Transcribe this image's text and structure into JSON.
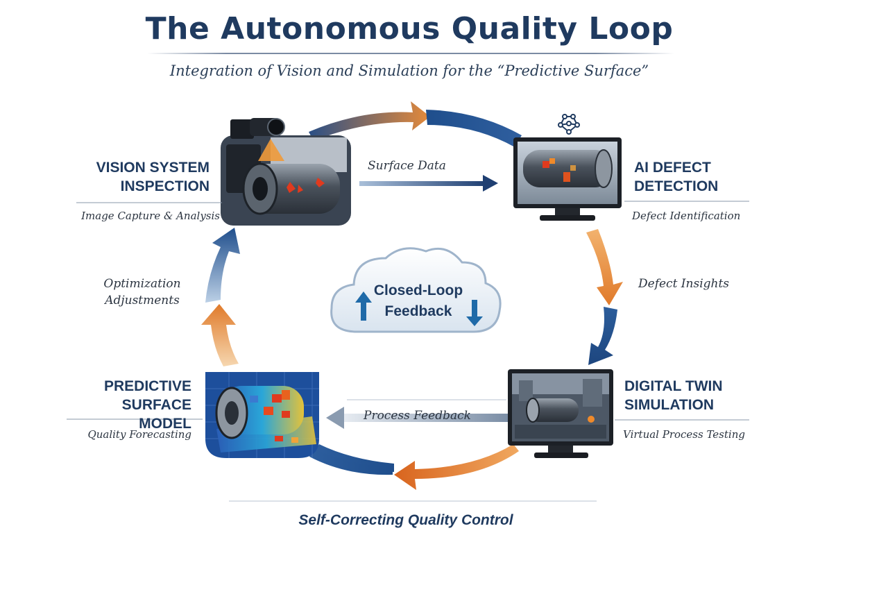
{
  "title": "The Autonomous Quality Loop",
  "subtitle": "Integration of Vision and Simulation for the “Predictive Surface”",
  "nodes": {
    "vision": {
      "title_line1": "VISION SYSTEM",
      "title_line2": "INSPECTION",
      "subtitle": "Image Capture & Analysis"
    },
    "ai": {
      "title_line1": "AI DEFECT",
      "title_line2": "DETECTION",
      "subtitle": "Defect Identification"
    },
    "twin": {
      "title_line1": "DIGITAL TWIN",
      "title_line2": "SIMULATION",
      "subtitle": "Virtual Process Testing"
    },
    "predictive": {
      "title_line1": "PREDICTIVE",
      "title_line2": "SURFACE MODEL",
      "subtitle": "Quality Forecasting"
    }
  },
  "edges": {
    "surface_data": "Surface Data",
    "defect_insights": "Defect Insights",
    "process_feedback": "Process Feedback",
    "optimization_line1": "Optimization",
    "optimization_line2": "Adjustments"
  },
  "center": {
    "line1": "Closed-Loop",
    "line2": "Feedback"
  },
  "footer": "Self-Correcting Quality Control",
  "colors": {
    "navy": "#1f3a5f",
    "arrow_blue": "#1f4e8c",
    "arrow_orange": "#e07a2a",
    "heat_red": "#e03a1e"
  }
}
